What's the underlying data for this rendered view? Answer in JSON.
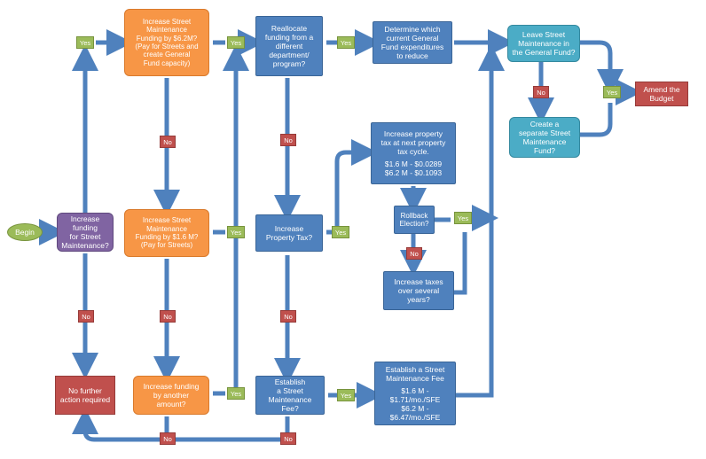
{
  "nodes": {
    "begin": "Begin",
    "increase_funding": "Increase funding\nfor Street\nMaintenance?",
    "no_further": "No further\naction required",
    "inc_62": "Increase Street\nMaintenance\nFunding by $6.2M?\n(Pay for Streets and\ncreate General\nFund capacity)",
    "inc_16": "Increase Street\nMaintenance\nFunding by $1.6 M?\n(Pay for Streets)",
    "inc_other": "Increase funding\nby another\namount?",
    "reallocate": "Reallocate\nfunding from a\ndifferent\ndepartment/\nprogram?",
    "prop_tax": "Increase\nProperty Tax?",
    "establish_fee_q": "Establish\na Street\nMaintenance Fee?",
    "determine": "Determine which\ncurrent General\nFund expenditures\nto reduce",
    "inc_prop_tax_cycle": {
      "text": "Increase property\ntax at next property\ntax cycle.",
      "line1": "$1.6 M - $0.0289",
      "line2": "$6.2 M - $0.1093"
    },
    "rollback": "Rollback\nElection?",
    "inc_taxes_years": "Increase taxes\nover several\nyears?",
    "establish_fee": {
      "text": "Establish a Street\nMaintenance Fee",
      "line1": "$1.6 M - $1.71/mo./SFE",
      "line2": "$6.2 M - $6.47/mo./SFE"
    },
    "leave_gf": "Leave Street\nMaintenance in\nthe General Fund?",
    "separate_fund": "Create a\nseparate Street\nMaintenance\nFund?",
    "amend": "Amend the\nBudget"
  },
  "labels": {
    "yes": "Yes",
    "no": "No"
  },
  "colors": {
    "arrow": "#4f81bd",
    "decision_orange": "#f79646",
    "process_blue": "#4f81bd",
    "teal": "#4bacc6",
    "purple": "#8064a2",
    "red": "#c0504d",
    "green": "#9bbb59"
  }
}
